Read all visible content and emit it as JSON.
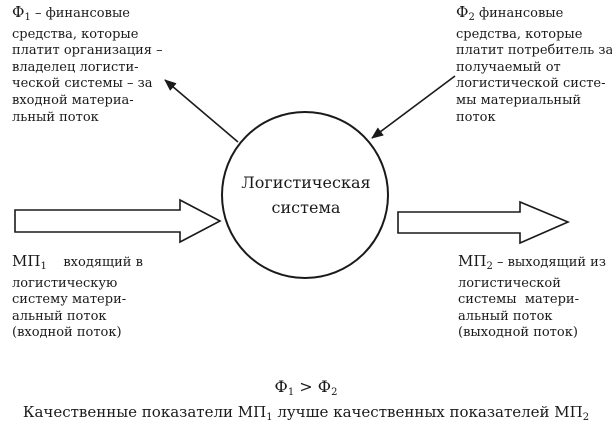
{
  "center": {
    "line1": "Логистическая",
    "line2": "система"
  },
  "top_left": {
    "symbol": "Ф",
    "sub": "1",
    "lines": [
      " – финансовые",
      "средства, которые",
      "платит организация –",
      "владелец логисти-",
      "ческой системы – за",
      "входной материа-",
      "льный поток"
    ]
  },
  "top_right": {
    "symbol": "Ф",
    "sub": "2",
    "lines": [
      "  финансовые",
      "средства, которые",
      "платит потребитель за",
      "получаемый от",
      "логистической систе-",
      "мы материальный",
      "поток"
    ]
  },
  "bottom_left": {
    "symbol": "МП",
    "sub": "1",
    "lines": [
      "    входящий в",
      "логистическую",
      "систему матери-",
      "альный поток",
      "(входной поток)"
    ]
  },
  "bottom_right": {
    "symbol": "МП",
    "sub": "2",
    "lines": [
      " – выходящий из",
      "логистической",
      "системы  матери-",
      "альный поток",
      "(выходной поток)"
    ]
  },
  "formula": {
    "left": "Ф",
    "left_sub": "1",
    "op": " > ",
    "right": "Ф",
    "right_sub": "2"
  },
  "quality": {
    "part1": "Качественные показатели МП",
    "sub1": "1",
    "part2": " лучше качественных показателей МП",
    "sub2": "2"
  }
}
